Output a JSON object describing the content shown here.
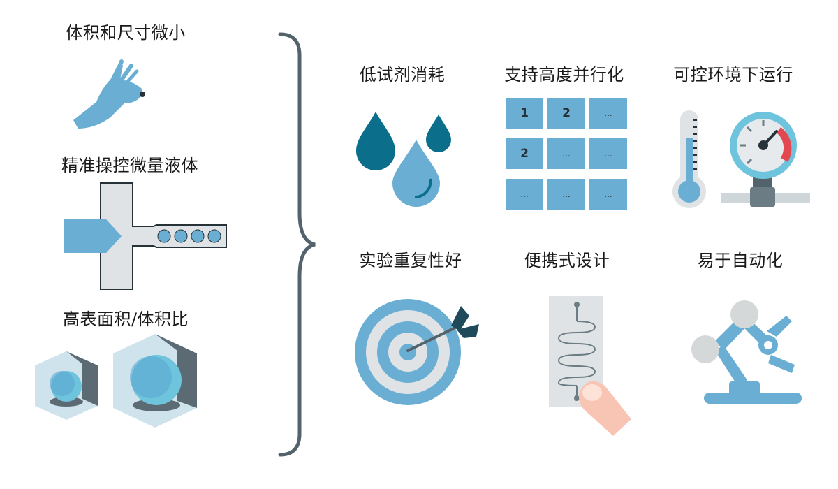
{
  "left_features": [
    {
      "label": "体积和尺寸微小"
    },
    {
      "label": "精准操控微量液体"
    },
    {
      "label": "高表面积/体积比"
    }
  ],
  "right_features": [
    {
      "label": "低试剂消耗"
    },
    {
      "label": "支持高度并行化"
    },
    {
      "label": "可控环境下运行"
    },
    {
      "label": "实验重复性好"
    },
    {
      "label": "便携式设计"
    },
    {
      "label": "易于自动化"
    }
  ],
  "parallel_grid": {
    "cells": [
      "1",
      "2",
      "...",
      "2",
      "...",
      "...",
      "...",
      "...",
      "..."
    ]
  },
  "colors": {
    "accent": "#6aaed3",
    "accent_dark": "#0b6f8c",
    "gray": "#6b7c85",
    "light_gray": "#dfe3e5",
    "danger": "#e34850",
    "skin": "#f8c4b4"
  },
  "icons": [
    "hand-pinch-icon",
    "microchannel-icon",
    "sphere-cube-icon",
    "droplets-icon",
    "grid-icon",
    "thermometer-icon",
    "pressure-gauge-icon",
    "target-icon",
    "chip-hand-icon",
    "robot-arm-icon"
  ]
}
